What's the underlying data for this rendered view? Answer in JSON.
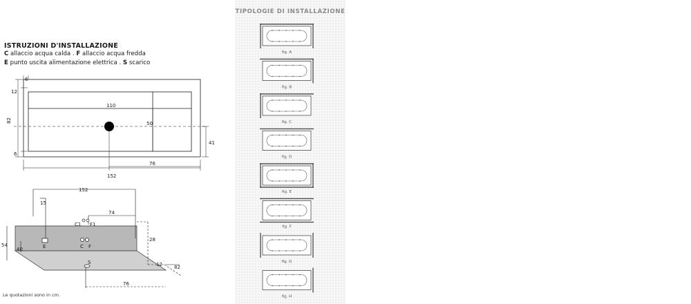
{
  "instructions": {
    "title": "ISTRUZIONI D'INSTALLAZIONE",
    "line1": {
      "c_key": "C",
      "c_text": "allaccio acqua calda",
      "sep": " . ",
      "f_key": "F",
      "f_text": "allaccio acqua fredda"
    },
    "line2": {
      "e_key": "E",
      "e_text": "punto uscita alimentazione elettrica",
      "sep": " . ",
      "s_key": "S",
      "s_text": "scarico"
    }
  },
  "top_view": {
    "dims": {
      "d6_top": "6",
      "d12": "12",
      "d82": "82",
      "d6_bottom": "6",
      "d110": "110",
      "d50": "50",
      "d41": "41",
      "d76": "76",
      "d152": "152"
    }
  },
  "iso_view": {
    "dims": {
      "d152": "152",
      "d15": "15",
      "d74": "74",
      "d54": "54",
      "d40": "40",
      "d28": "28",
      "d12": "12",
      "d82": "82",
      "d76": "76"
    },
    "labels": {
      "c1": "C1",
      "f1": "F1",
      "e": "E",
      "c": "C",
      "f": "F",
      "s": "S"
    }
  },
  "note": "Le quotazioni sono in cm.",
  "types_panel": {
    "title": "TIPOLOGIE DI INSTALLAZIONE",
    "figures": [
      {
        "label": "fig. A"
      },
      {
        "label": "fig. B"
      },
      {
        "label": "fig. C"
      },
      {
        "label": "fig. D"
      },
      {
        "label": "fig. E"
      },
      {
        "label": "fig. F"
      },
      {
        "label": "fig. G"
      },
      {
        "label": "fig. H"
      }
    ]
  }
}
